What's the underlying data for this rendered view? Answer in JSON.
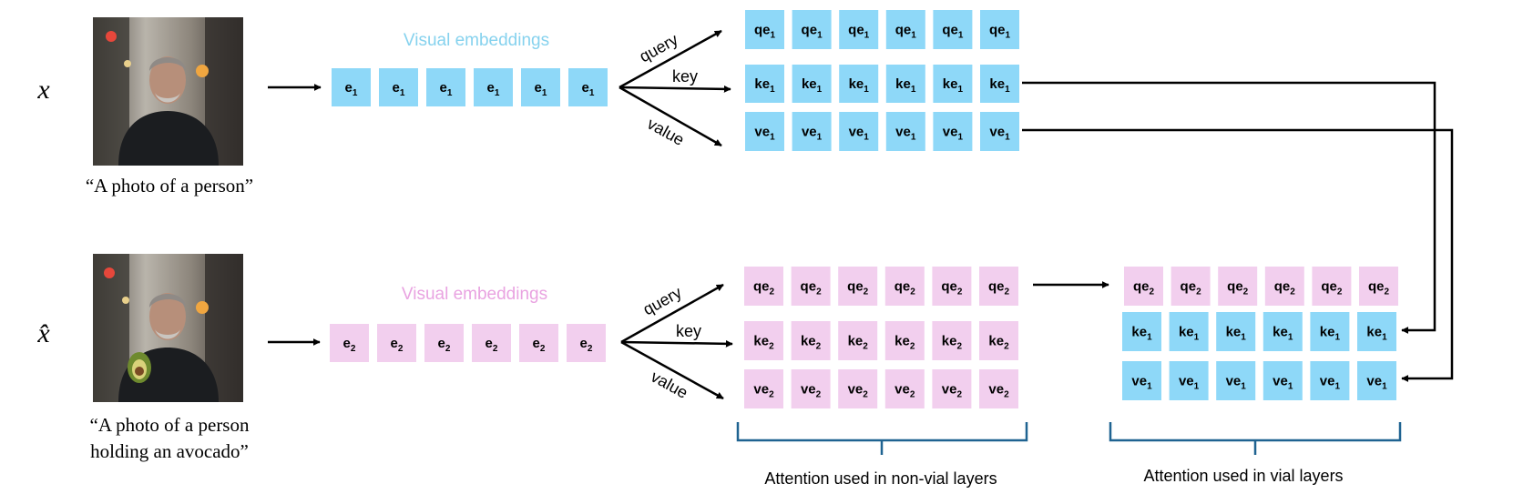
{
  "colors": {
    "blue": "#8ed8f8",
    "pink": "#f2cfee",
    "label_blue": "#86d2ee",
    "label_pink": "#e9a3e1",
    "brace": "#1f6391",
    "arrow": "#000000"
  },
  "rows": {
    "top": {
      "var_symbol": "x",
      "caption_lines": [
        "“A photo of a person”"
      ],
      "embeddings_label": "Visual embeddings",
      "token": "e",
      "sub": "1",
      "count": 6
    },
    "bottom": {
      "var_symbol": "x̂",
      "caption_lines": [
        "“A photo of a person",
        "holding an avocado”"
      ],
      "embeddings_label": "Visual embeddings",
      "token": "e",
      "sub": "2",
      "count": 6
    }
  },
  "projections": [
    "query",
    "key",
    "value"
  ],
  "prefixes": {
    "query": "qe",
    "key": "ke",
    "value": "ve"
  },
  "groups": {
    "non_vial": {
      "label": "Attention used in non-vial layers"
    },
    "vial": {
      "label": "Attention used in vial layers"
    }
  },
  "images": {
    "top": "portrait-photo",
    "bottom": "portrait-photo-with-avocado"
  }
}
